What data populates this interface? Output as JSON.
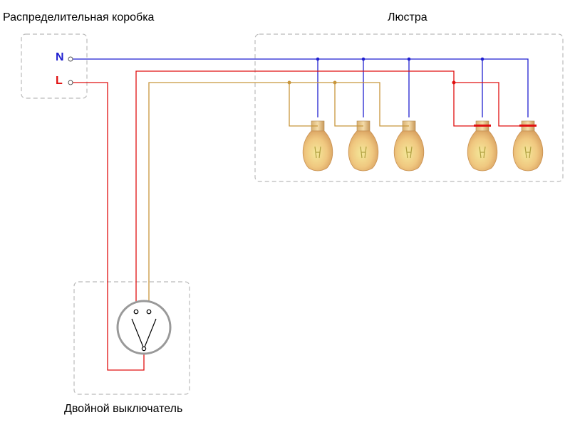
{
  "labels": {
    "junction_box": "Распределительная коробка",
    "chandelier": "Люстра",
    "double_switch": "Двойной выключатель",
    "terminal_n": "N",
    "terminal_l": "L"
  },
  "colors": {
    "neutral": "#1f1fd0",
    "live": "#e01010",
    "switched": "#c8963c",
    "box_border": "#bbbbbb",
    "switch_circle": "#999999"
  },
  "bulb_count": 5
}
